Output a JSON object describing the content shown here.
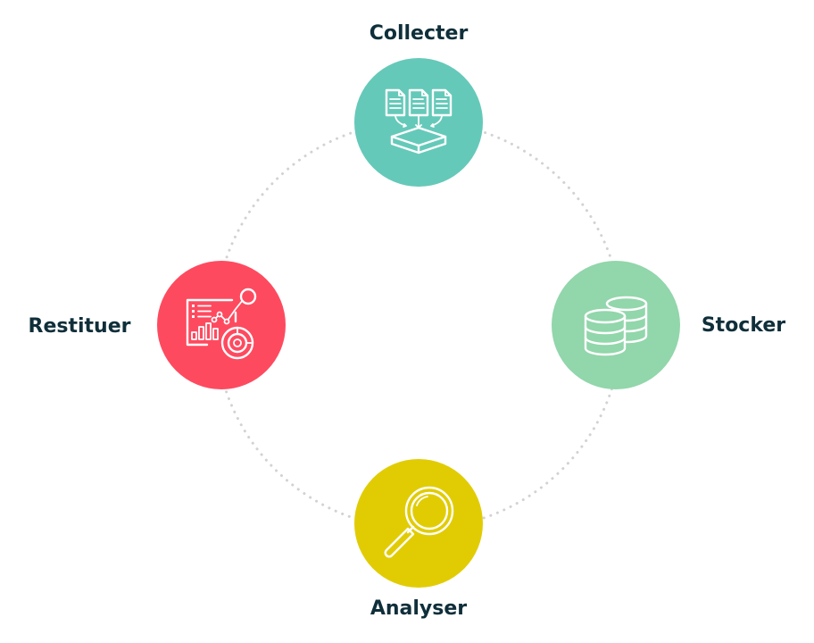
{
  "steps": [
    {
      "id": "collecter",
      "label": "Collecter",
      "color": "#65c9b9",
      "icon": "documents-into-tray-icon"
    },
    {
      "id": "stocker",
      "label": "Stocker",
      "color": "#92d6ab",
      "icon": "database-stack-icon"
    },
    {
      "id": "analyser",
      "label": "Analyser",
      "color": "#e1cc04",
      "icon": "magnifying-glass-icon"
    },
    {
      "id": "restituer",
      "label": "Restituer",
      "color": "#fe4a5f",
      "icon": "dashboard-report-icon"
    }
  ],
  "ring_color": "#d2d2d2",
  "label_color": "#0f2f3a"
}
